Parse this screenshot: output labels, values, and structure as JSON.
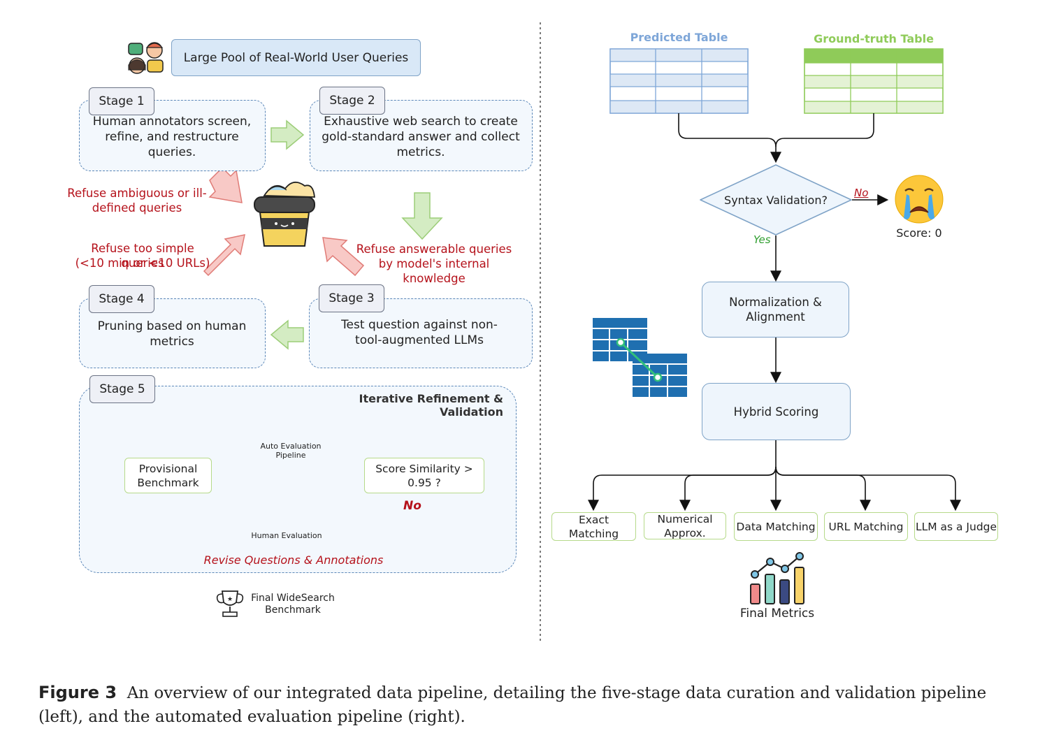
{
  "left": {
    "pool_label": "Large Pool of Real-World User Queries",
    "stage1": {
      "tag": "Stage 1",
      "text": "Human annotators screen, refine, and restructure queries."
    },
    "stage2": {
      "tag": "Stage 2",
      "text": "Exhaustive web search to create gold-standard answer and collect metrics."
    },
    "stage3": {
      "tag": "Stage 3",
      "text": "Test question against non-tool-augmented LLMs"
    },
    "stage4": {
      "tag": "Stage 4",
      "text": "Pruning based on human metrics"
    },
    "stage5": {
      "tag": "Stage 5",
      "title": "Iterative Refinement & Validation",
      "provisional": "Provisional Benchmark",
      "auto_eval": "Auto Evaluation Pipeline",
      "human_eval": "Human Evaluation",
      "similarity": "Score Similarity > 0.95 ?",
      "no_label": "No",
      "revise_label": "Revise Questions & Annotations"
    },
    "refuse_ambiguous": "Refuse ambiguous or ill-defined queries",
    "refuse_simple_1": "Refuse too simple queries",
    "refuse_simple_2": "(<10 min or <10 URLs)",
    "refuse_answerable": "Refuse answerable queries by model's internal knowledge",
    "final_benchmark": "Final WideSearch Benchmark"
  },
  "right": {
    "predicted_table": "Predicted Table",
    "ground_truth_table": "Ground-truth Table",
    "syntax_validation": "Syntax Validation?",
    "no_label": "No",
    "yes_label": "Yes",
    "score": "Score: 0",
    "normalization": "Normalization & Alignment",
    "hybrid_scoring": "Hybrid Scoring",
    "methods": [
      "Exact Matching",
      "Numerical Approx.",
      "Data Matching",
      "URL Matching",
      "LLM as a Judge"
    ],
    "final_metrics": "Final Metrics"
  },
  "caption": {
    "label": "Figure 3",
    "text": "An overview of our integrated data pipeline, detailing the five-stage data curation and validation pipeline (left), and the automated evaluation pipeline (right)."
  },
  "colors": {
    "predicted_title": "#7ea6d8",
    "ground_truth_title": "#8fcb59",
    "refuse_red": "#b5121b",
    "dashed_blue": "#5b87b8",
    "arrow_green": "#c9e6b4",
    "arrow_red": "#f4bcbc"
  },
  "icons": [
    "chat-people-icon",
    "trash-bin-icon",
    "robot-icon",
    "clipboard-icon",
    "trophy-icon",
    "crying-face-icon",
    "table-link-icon",
    "bar-chart-icon"
  ]
}
